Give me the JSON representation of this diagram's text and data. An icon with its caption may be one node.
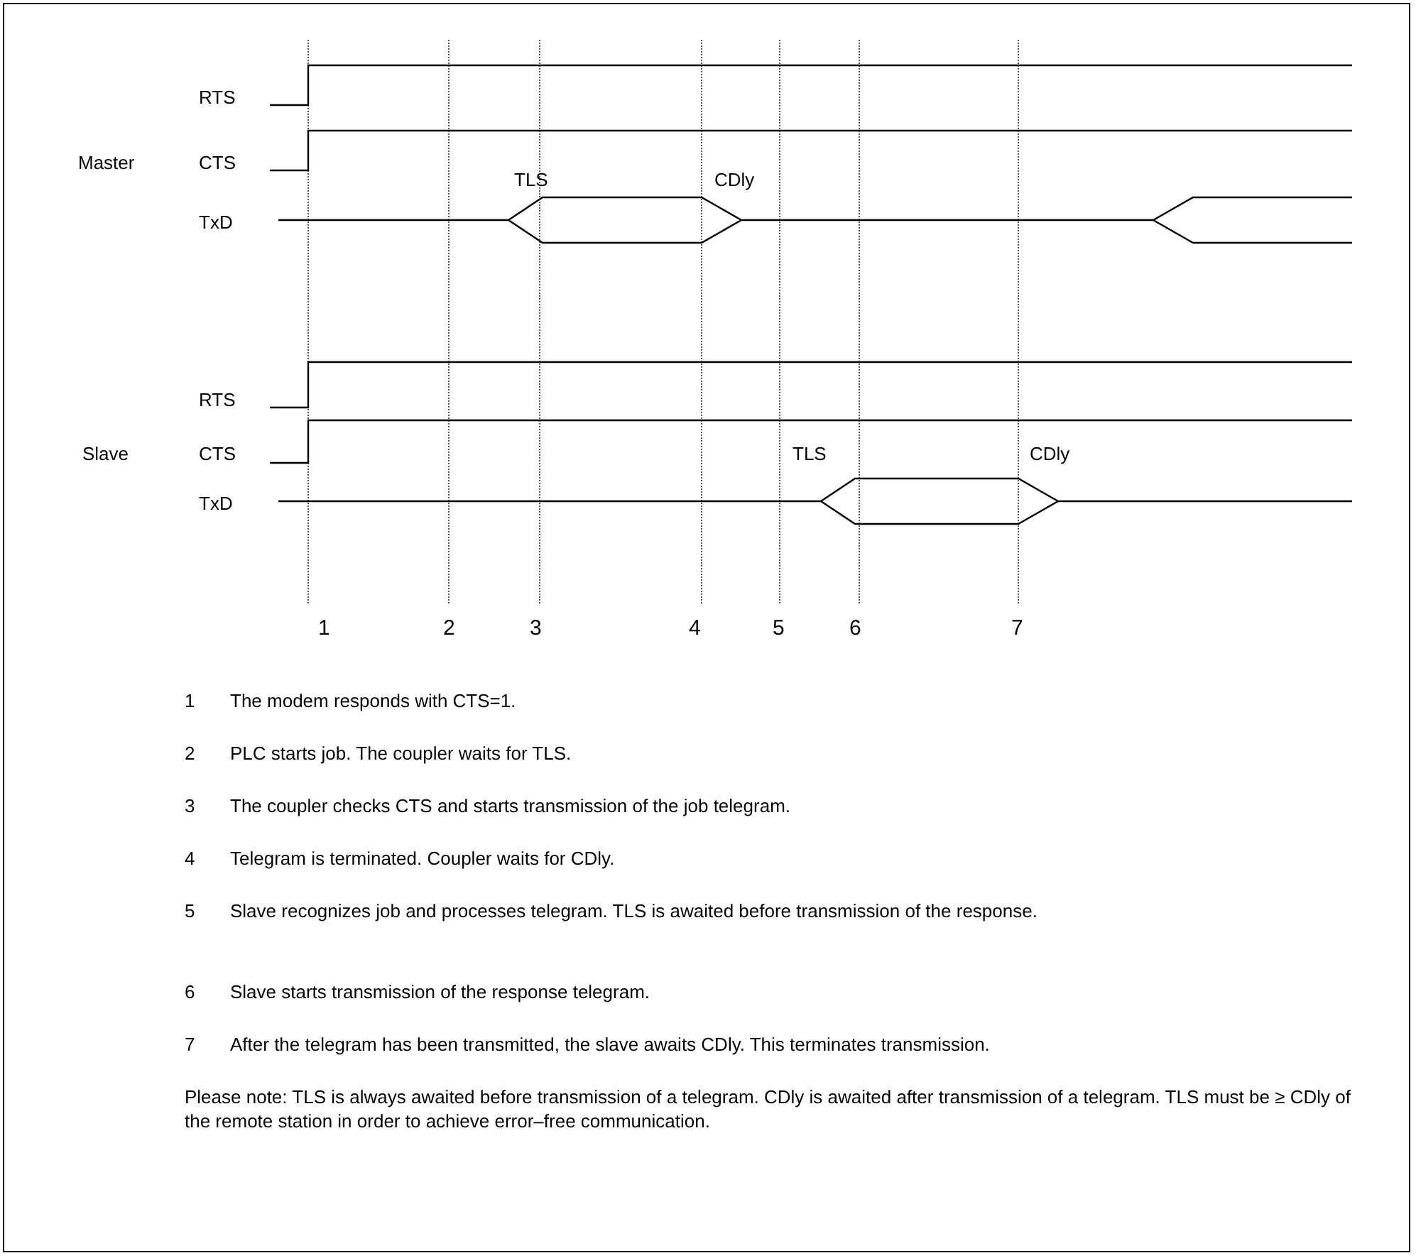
{
  "diagram": {
    "labels": [
      "RTS",
      "Master",
      "CTS",
      "TLS",
      "CDly",
      "TxD",
      "RTS",
      "Slave",
      "CTS",
      "TLS",
      "CDly",
      "TxD",
      "1",
      "2",
      "3",
      "4",
      "5",
      "6",
      "7",
      "1",
      "The modem responds with CTS=1.",
      "2",
      "PLC starts job. The coupler waits for TLS.",
      "3",
      "The coupler checks CTS and starts transmission of the job telegram.",
      "4",
      "Telegram is terminated. Coupler waits for CDly.",
      "5",
      "Slave recognizes job and processes telegram. TLS is awaited before transmission of the response.",
      "6",
      "Slave starts transmission of the response telegram.",
      "7",
      "After the telegram has been transmitted, the slave awaits CDly. This terminates transmission.",
      "Please note: TLS is always awaited before transmission of a telegram. CDly is awaited after transmission of a telegram. TLS must be ≥ CDly of the remote station in order to achieve error–free communication."
    ]
  }
}
